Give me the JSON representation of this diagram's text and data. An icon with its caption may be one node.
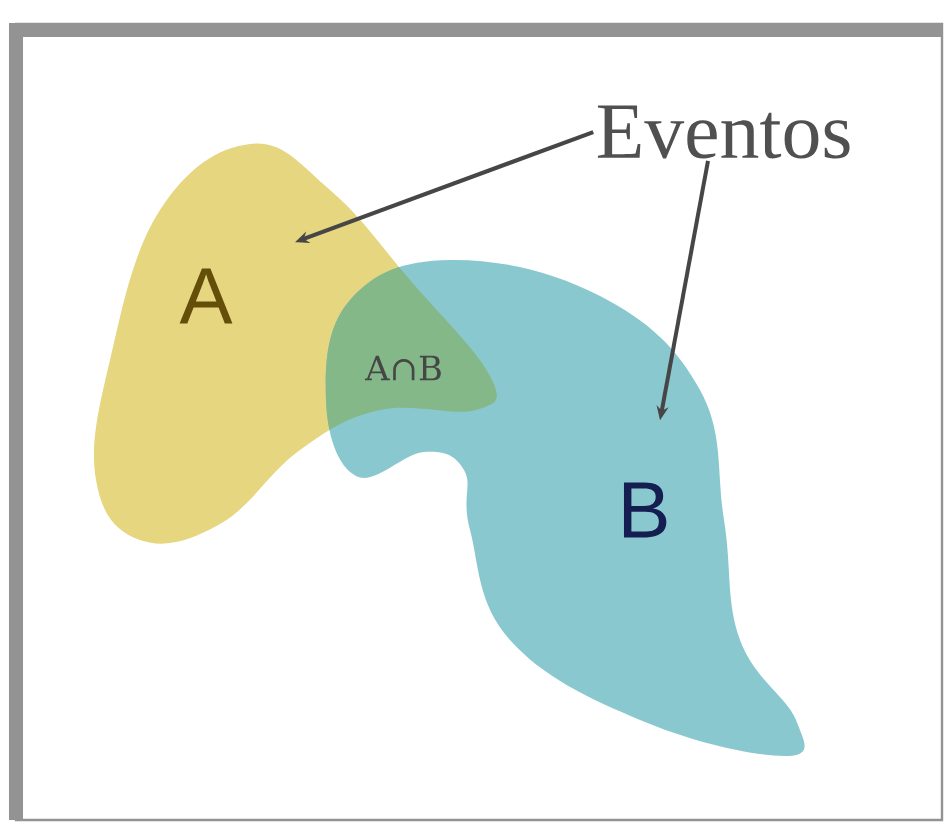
{
  "diagram": {
    "nodes": [
      {
        "text": [
          "A"
        ]
      },
      {
        "text": [
          "B"
        ]
      },
      {
        "text": [
          "Eventos"
        ]
      }
    ],
    "edges": [
      {
        "from": 2,
        "to": 0,
        "arrow": "to"
      },
      {
        "from": 2,
        "to": 1,
        "arrow": "to"
      }
    ],
    "labels": [
      "A∩B"
    ]
  }
}
